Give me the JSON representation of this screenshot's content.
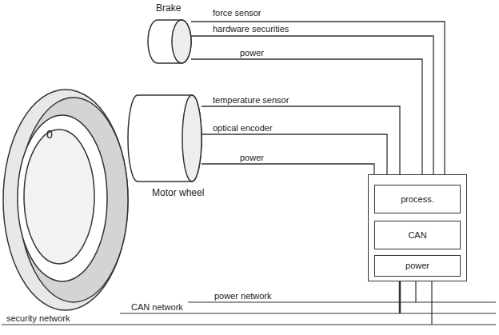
{
  "diagram": {
    "nodes": [
      {
        "text": [
          "Brake"
        ]
      },
      {
        "text": [
          "Motor wheel"
        ]
      },
      {
        "text": []
      },
      {
        "text": [
          "process."
        ],
        "in": 2
      },
      {
        "text": [
          "CAN"
        ],
        "in": 2
      },
      {
        "text": [
          "power"
        ],
        "in": 2
      }
    ],
    "edges": [
      {
        "from": 0,
        "to": 2,
        "label": "force sensor",
        "arrow": "none"
      },
      {
        "from": 0,
        "to": 2,
        "label": "hardware securities",
        "arrow": "none"
      },
      {
        "from": 0,
        "to": 2,
        "label": "power",
        "arrow": "none"
      },
      {
        "from": 1,
        "to": 2,
        "label": "temperature sensor",
        "arrow": "none"
      },
      {
        "from": 1,
        "to": 2,
        "label": "optical encoder",
        "arrow": "none"
      },
      {
        "from": 1,
        "to": 2,
        "label": "power",
        "arrow": "none"
      }
    ],
    "labels": [
      "0",
      "power network",
      "CAN network",
      "security network"
    ]
  }
}
